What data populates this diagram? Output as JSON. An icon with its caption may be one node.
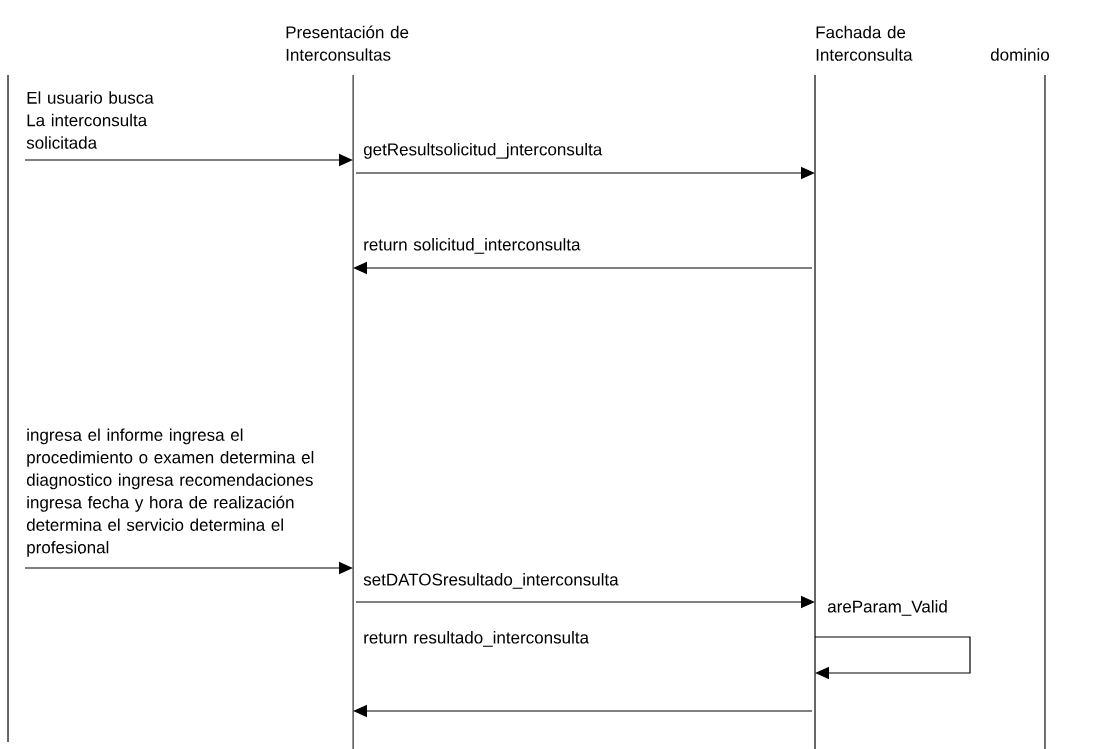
{
  "diagram": {
    "nodes": [
      {
        "text": [],
        "shape": "line"
      },
      {
        "text": [
          "Presentación de Interconsultas"
        ]
      },
      {
        "text": [
          "Fachada de Interconsulta"
        ]
      },
      {
        "text": [
          "dominio"
        ]
      }
    ],
    "edges": [
      {
        "from": 0,
        "to": 1,
        "arrow": "to",
        "label": "El usuario busca La interconsulta solicitada"
      },
      {
        "from": 1,
        "to": 2,
        "arrow": "to",
        "label": "getResultsolicitud_jnterconsulta"
      },
      {
        "from": 2,
        "to": 1,
        "arrow": "to",
        "label": "return solicitud_interconsulta"
      },
      {
        "from": 0,
        "to": 1,
        "arrow": "to",
        "label": "ingresa el informe ingresa el procedimiento o examen determina el diagnostico ingresa recomendaciones ingresa fecha y hora de realización determina el servicio determina el profesional"
      },
      {
        "from": 1,
        "to": 2,
        "arrow": "to",
        "label": "setDATOSresultado_interconsulta"
      },
      {
        "from": 2,
        "to": 2,
        "arrow": "to",
        "label": "areParam_Valid"
      },
      {
        "from": 2,
        "to": 1,
        "arrow": "to",
        "label": "return resultado_interconsulta"
      }
    ]
  }
}
